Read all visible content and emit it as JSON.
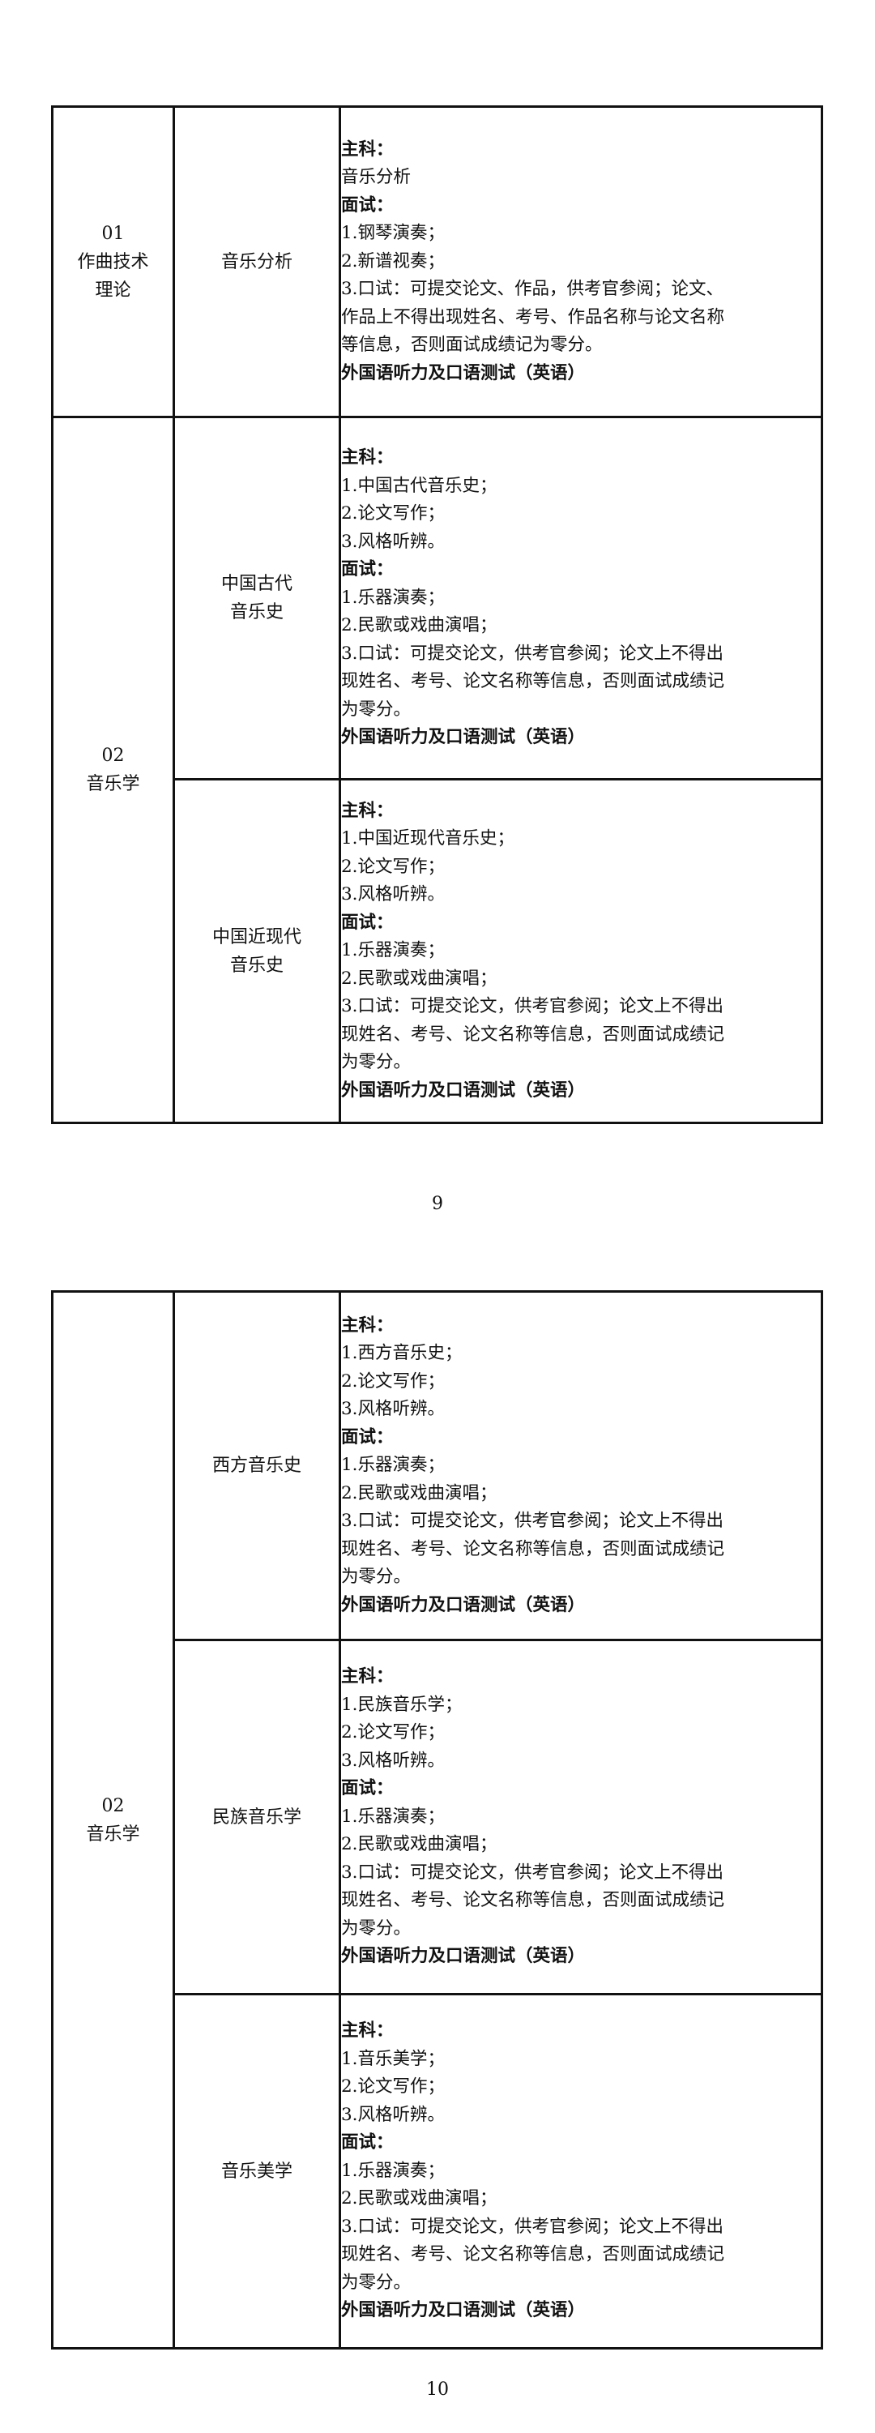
{
  "pages": [
    {
      "number": "9",
      "groups": [
        {
          "col1": [
            "01",
            "作曲技术",
            "理论"
          ],
          "rows": [
            {
              "col2": [
                "音乐分析"
              ],
              "zhuke_label": "主科：",
              "zhuke": [
                "音乐分析"
              ],
              "mianshi_label": "面试：",
              "mianshi": [
                "1.钢琴演奏；",
                "2.新谱视奏；",
                "3.口试：可提交论文、作品，供考官参阅；论文、",
                "作品上不得出现姓名、考号、作品名称与论文名称",
                "等信息，否则面试成绩记为零分。"
              ],
              "waiyu": "外国语听力及口语测试（英语）"
            }
          ]
        },
        {
          "col1": [
            "02",
            "音乐学"
          ],
          "rows": [
            {
              "col2": [
                "中国古代",
                "音乐史"
              ],
              "zhuke_label": "主科：",
              "zhuke": [
                "1.中国古代音乐史；",
                "2.论文写作；",
                "3.风格听辨。"
              ],
              "mianshi_label": "面试：",
              "mianshi": [
                "1.乐器演奏；",
                "2.民歌或戏曲演唱；",
                "3.口试：可提交论文，供考官参阅；论文上不得出",
                "现姓名、考号、论文名称等信息，否则面试成绩记",
                "为零分。"
              ],
              "waiyu": "外国语听力及口语测试（英语）"
            },
            {
              "col2": [
                "中国近现代",
                "音乐史"
              ],
              "zhuke_label": "主科：",
              "zhuke": [
                "1.中国近现代音乐史；",
                "2.论文写作；",
                "3.风格听辨。"
              ],
              "mianshi_label": "面试：",
              "mianshi": [
                "1.乐器演奏；",
                "2.民歌或戏曲演唱；",
                "3.口试：可提交论文，供考官参阅；论文上不得出",
                "现姓名、考号、论文名称等信息，否则面试成绩记",
                "为零分。"
              ],
              "waiyu": "外国语听力及口语测试（英语）"
            }
          ]
        }
      ]
    },
    {
      "number": "10",
      "groups": [
        {
          "col1": [
            "02",
            "音乐学"
          ],
          "rows": [
            {
              "col2": [
                "西方音乐史"
              ],
              "zhuke_label": "主科：",
              "zhuke": [
                "1.西方音乐史；",
                "2.论文写作；",
                "3.风格听辨。"
              ],
              "mianshi_label": "面试：",
              "mianshi": [
                "1.乐器演奏；",
                "2.民歌或戏曲演唱；",
                "3.口试：可提交论文，供考官参阅；论文上不得出",
                "现姓名、考号、论文名称等信息，否则面试成绩记",
                "为零分。"
              ],
              "waiyu": "外国语听力及口语测试（英语）"
            },
            {
              "col2": [
                "民族音乐学"
              ],
              "zhuke_label": "主科：",
              "zhuke": [
                "1.民族音乐学；",
                "2.论文写作；",
                "3.风格听辨。"
              ],
              "mianshi_label": "面试：",
              "mianshi": [
                "1.乐器演奏；",
                "2.民歌或戏曲演唱；",
                "3.口试：可提交论文，供考官参阅；论文上不得出",
                "现姓名、考号、论文名称等信息，否则面试成绩记",
                "为零分。"
              ],
              "waiyu": "外国语听力及口语测试（英语）"
            },
            {
              "col2": [
                "音乐美学"
              ],
              "zhuke_label": "主科：",
              "zhuke": [
                "1.音乐美学；",
                "2.论文写作；",
                "3.风格听辨。"
              ],
              "mianshi_label": "面试：",
              "mianshi": [
                "1.乐器演奏；",
                "2.民歌或戏曲演唱；",
                "3.口试：可提交论文，供考官参阅；论文上不得出",
                "现姓名、考号、论文名称等信息，否则面试成绩记",
                "为零分。"
              ],
              "waiyu": "外国语听力及口语测试（英语）"
            }
          ]
        }
      ]
    }
  ]
}
